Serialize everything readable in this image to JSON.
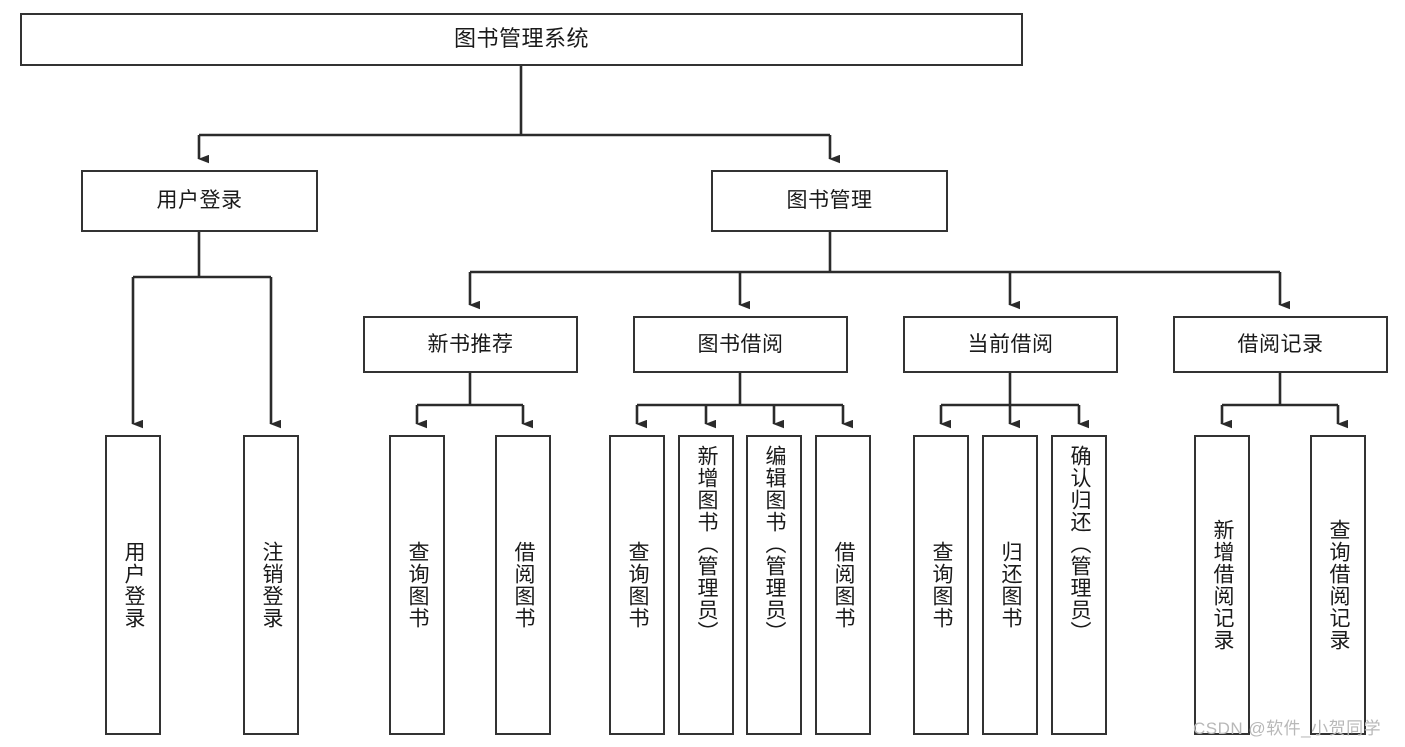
{
  "diagram": {
    "title_node": {
      "label": "图书管理系统"
    },
    "level2": [
      {
        "label": "用户登录"
      },
      {
        "label": "图书管理"
      }
    ],
    "level3": [
      {
        "label": "新书推荐"
      },
      {
        "label": "图书借阅"
      },
      {
        "label": "当前借阅"
      },
      {
        "label": "借阅记录"
      }
    ],
    "leaves": [
      {
        "label": "用户登录"
      },
      {
        "label": "注销登录"
      },
      {
        "label": "查询图书"
      },
      {
        "label": "借阅图书"
      },
      {
        "label": "查询图书"
      },
      {
        "label": "新增图书（管理员）"
      },
      {
        "label": "编辑图书（管理员）"
      },
      {
        "label": "借阅图书"
      },
      {
        "label": "查询图书"
      },
      {
        "label": "归还图书"
      },
      {
        "label": "确认归还（管理员）"
      },
      {
        "label": "新增借阅记录"
      },
      {
        "label": "查询借阅记录"
      }
    ],
    "watermark": "CSDN @软件_小贺同学",
    "colors": {
      "border": "#333333",
      "background": "#ffffff",
      "text": "#1a1a1a",
      "watermark": "#b8b8b8"
    }
  }
}
